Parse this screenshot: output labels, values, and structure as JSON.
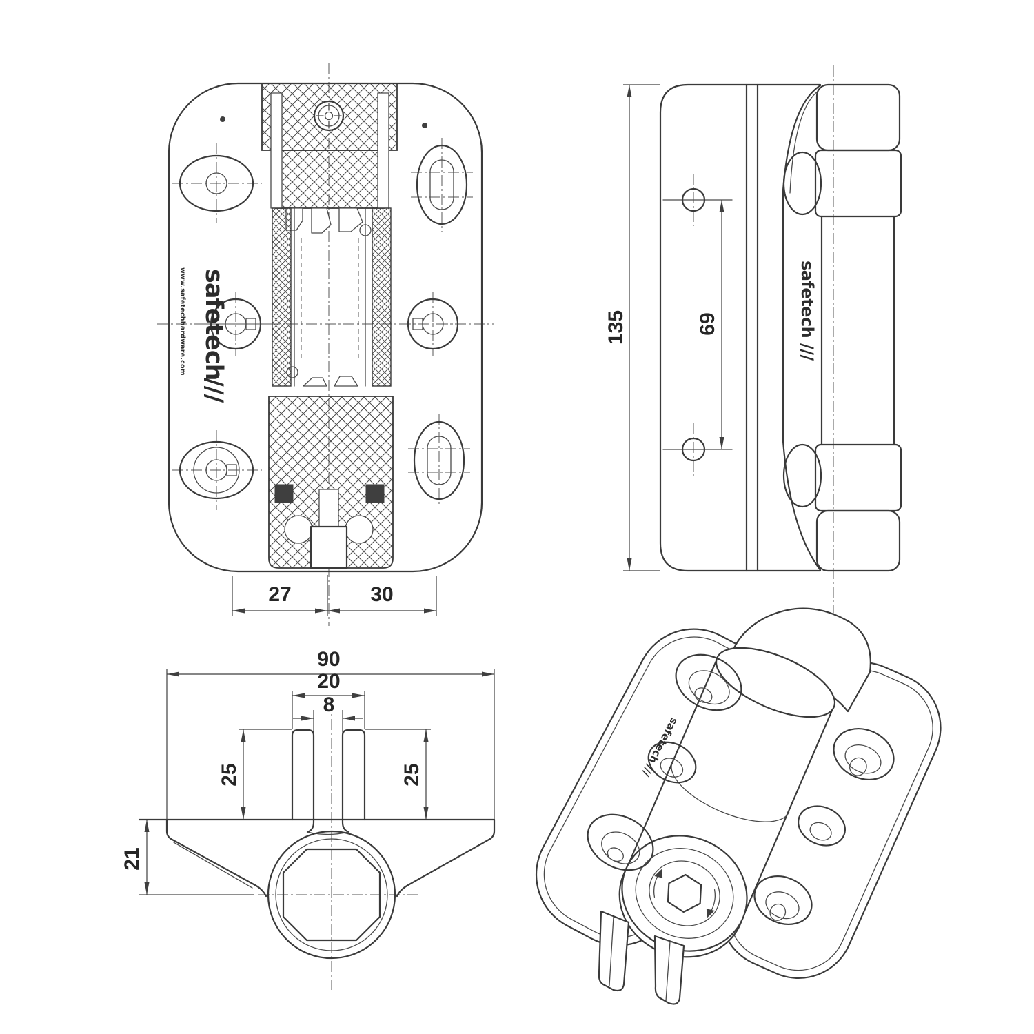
{
  "meta": {
    "background": "#ffffff",
    "line_color": "#3a3a3a",
    "centerline_color": "#555555",
    "text_color": "#262626"
  },
  "brand": {
    "word": "safetech",
    "stripes": "///",
    "url": "www.safetechhardware.com"
  },
  "views": {
    "front": {
      "dim_27": "27",
      "dim_30": "30"
    },
    "side": {
      "dim_135": "135",
      "dim_69": "69"
    },
    "section": {
      "dim_90": "90",
      "dim_20": "20",
      "dim_8": "8",
      "dim_25_left": "25",
      "dim_25_right": "25",
      "dim_21": "21"
    },
    "iso": {}
  }
}
